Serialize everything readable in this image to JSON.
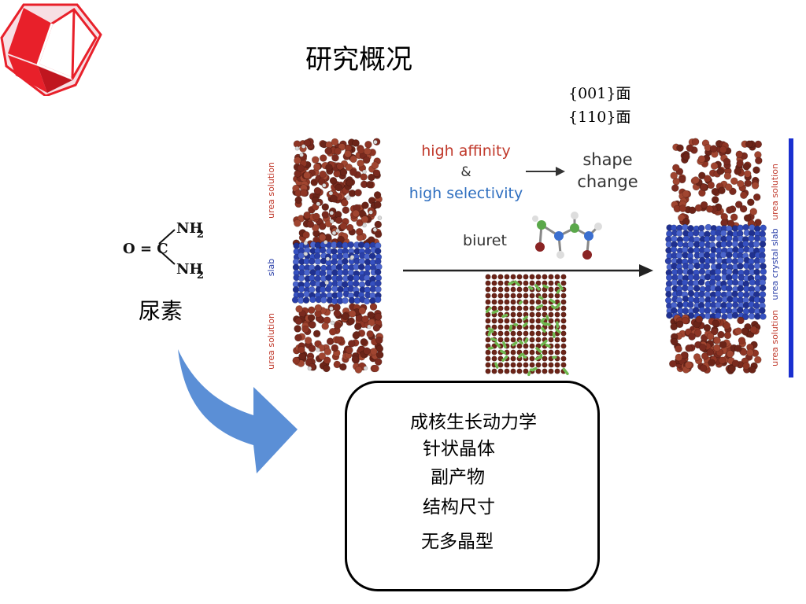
{
  "slide": {
    "title": "研究概况",
    "facets": [
      "{001}面",
      "{110}面"
    ],
    "urea_name": "尿素",
    "urea_structure": {
      "o_eq_c": "O = C",
      "nh2_top": "NH",
      "nh2_bottom": "NH",
      "subscript": "2"
    },
    "figure": {
      "label_high_affinity": "high affinity",
      "label_amp": "&",
      "label_high_selectivity": "high selectivity",
      "label_shape": "shape",
      "label_change": "change",
      "label_biuret": "biuret",
      "left_labels": [
        "urea solution",
        "slab",
        "urea solution"
      ],
      "right_labels": [
        "urea solution",
        "urea crystal slab",
        "urea solution"
      ]
    },
    "box_items": [
      "成核生长动力学",
      "针状晶体",
      "副产物",
      "结构尺寸",
      "无多晶型"
    ],
    "colors": {
      "logo_red": "#e8202a",
      "arrow_blue": "#5b8fd6",
      "selectivity_blue": "#2f6fc0",
      "affinity_red": "#c0392b",
      "slab_blue": "#2a3fa8",
      "sphere_brown": "#7a2a1e"
    }
  }
}
